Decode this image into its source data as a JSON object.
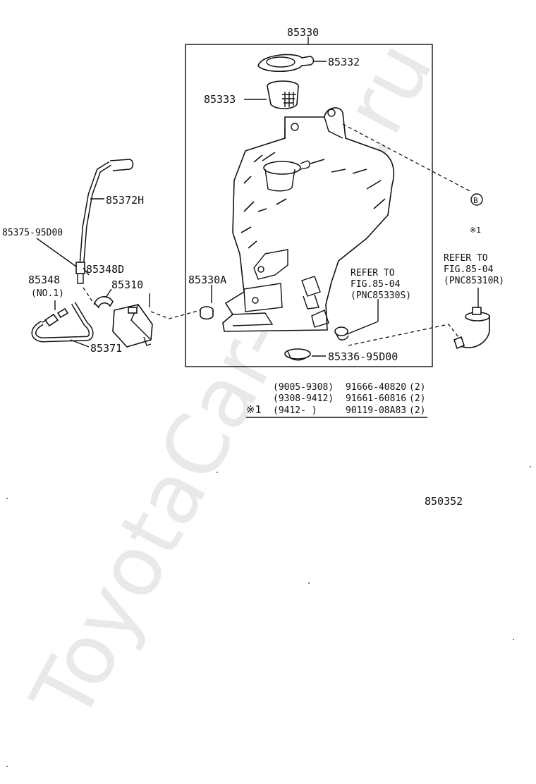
{
  "watermark": "ToyotaCar-Mine.ru",
  "figure_number": "850352",
  "parts": {
    "p85330": "85330",
    "p85332": "85332",
    "p85333": "85333",
    "p85372H": "85372H",
    "p85375": "85375-95D00",
    "p85348D": "85348D",
    "p85310": "85310",
    "p85330A": "85330A",
    "p85348": "85348",
    "p85348_no": "(NO.1)",
    "p85371": "85371",
    "p85336": "85336-95D00"
  },
  "refer_left": [
    "REFER TO",
    "FIG.85-04",
    "(PNC85330S)"
  ],
  "refer_right": [
    "REFER TO",
    "FIG.85-04",
    "(PNC85310R)"
  ],
  "marker": {
    "circle_letter": "B",
    "note_symbol": "※1"
  },
  "note_table": {
    "symbol": "※1",
    "rows": [
      {
        "range": "(9005-9308)",
        "part": "91666-40820",
        "qty": "(2)"
      },
      {
        "range": "(9308-9412)",
        "part": "91661-60816",
        "qty": "(2)"
      },
      {
        "range": "(9412-      )",
        "part": "90119-08A83",
        "qty": "(2)"
      }
    ]
  }
}
